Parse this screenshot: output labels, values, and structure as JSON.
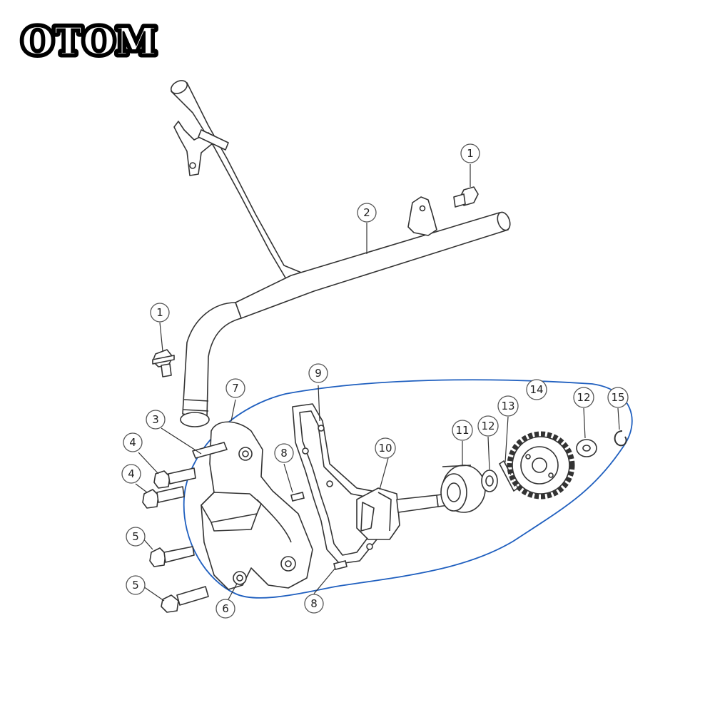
{
  "brand": {
    "logo_text": "OTOM"
  },
  "diagram": {
    "highlight_color": "#1f5fbf",
    "callouts": [
      {
        "id": "callout-1-top",
        "label": "1"
      },
      {
        "id": "callout-2",
        "label": "2"
      },
      {
        "id": "callout-1-left",
        "label": "1"
      },
      {
        "id": "callout-7",
        "label": "7"
      },
      {
        "id": "callout-3",
        "label": "3"
      },
      {
        "id": "callout-4-a",
        "label": "4"
      },
      {
        "id": "callout-4-b",
        "label": "4"
      },
      {
        "id": "callout-5-a",
        "label": "5"
      },
      {
        "id": "callout-5-b",
        "label": "5"
      },
      {
        "id": "callout-6",
        "label": "6"
      },
      {
        "id": "callout-8-a",
        "label": "8"
      },
      {
        "id": "callout-8-b",
        "label": "8"
      },
      {
        "id": "callout-9",
        "label": "9"
      },
      {
        "id": "callout-10",
        "label": "10"
      },
      {
        "id": "callout-11",
        "label": "11"
      },
      {
        "id": "callout-12-a",
        "label": "12"
      },
      {
        "id": "callout-13",
        "label": "13"
      },
      {
        "id": "callout-14",
        "label": "14"
      },
      {
        "id": "callout-12-b",
        "label": "12"
      },
      {
        "id": "callout-15",
        "label": "15"
      }
    ]
  }
}
